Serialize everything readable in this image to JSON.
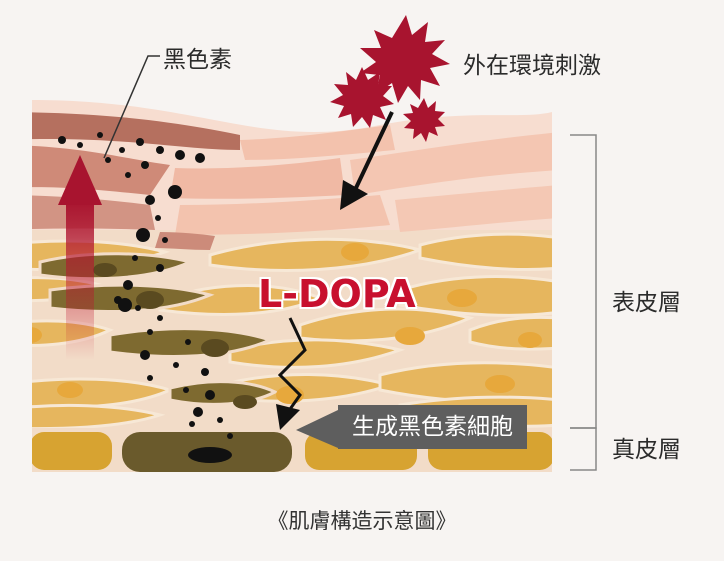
{
  "labels": {
    "melanin": "黑色素",
    "external_stimuli": "外在環境刺激",
    "ldopa": "L-DOPA",
    "melanocyte": "生成黑色素細胞",
    "epidermis": "表皮層",
    "dermis": "真皮層",
    "caption": "《肌膚構造示意圖》"
  },
  "colors": {
    "stimulus_red": "#a8142f",
    "ldopa_red": "#c8102e",
    "surface_pink": "#f3c2ad",
    "deep_rose": "#c98a78",
    "cell_gold": "#e6b65e",
    "melanocyte_olive": "#6a5a2c",
    "dermis_gold": "#d7a331",
    "label_gray": "#5e5e5e"
  }
}
